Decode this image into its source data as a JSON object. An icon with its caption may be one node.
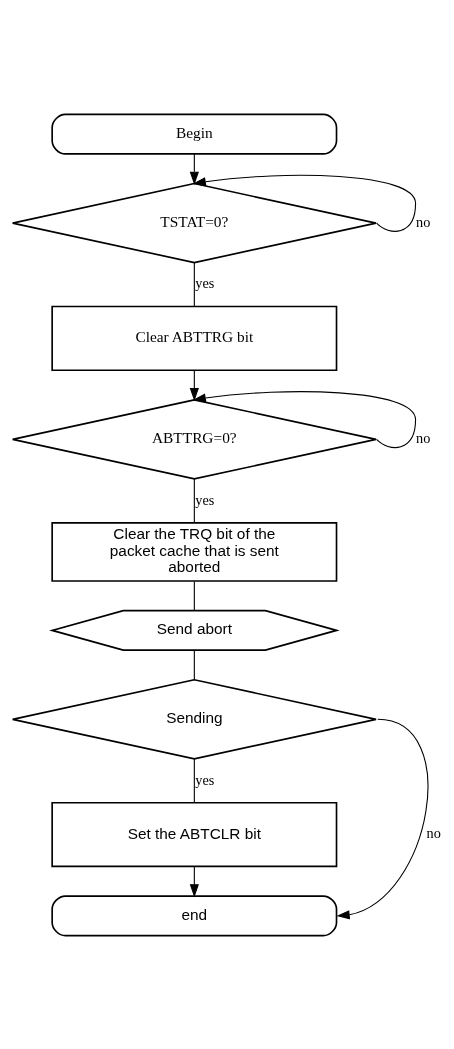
{
  "diagram": {
    "nodes": [
      {
        "text": [
          "Begin"
        ]
      },
      {
        "text": [
          "TSTAT=0?"
        ]
      },
      {
        "text": [
          "Clear ABTTRG bit"
        ]
      },
      {
        "text": [
          "ABTTRG=0?"
        ]
      },
      {
        "text": [
          "Clear the TRQ bit of the packet cache that is sent aborted"
        ]
      },
      {
        "text": [
          "Send abort"
        ]
      },
      {
        "text": [
          "Sending"
        ]
      },
      {
        "text": [
          "Set the ABTCLR bit"
        ]
      },
      {
        "text": [
          "end"
        ]
      }
    ],
    "edges": [
      {
        "from": 0,
        "to": 1,
        "arrow": "to"
      },
      {
        "from": 1,
        "to": 1,
        "arrow": "to",
        "label": "no"
      },
      {
        "from": 1,
        "to": 2,
        "arrow": "none",
        "label": "yes"
      },
      {
        "from": 2,
        "to": 3,
        "arrow": "to"
      },
      {
        "from": 3,
        "to": 3,
        "arrow": "to",
        "label": "no"
      },
      {
        "from": 3,
        "to": 4,
        "arrow": "none",
        "label": "yes"
      },
      {
        "from": 4,
        "to": 5,
        "arrow": "none"
      },
      {
        "from": 5,
        "to": 6,
        "arrow": "none"
      },
      {
        "from": 6,
        "to": 7,
        "arrow": "none",
        "label": "yes"
      },
      {
        "from": 7,
        "to": 8,
        "arrow": "to"
      },
      {
        "from": 6,
        "to": 8,
        "arrow": "to",
        "label": "no"
      }
    ]
  }
}
